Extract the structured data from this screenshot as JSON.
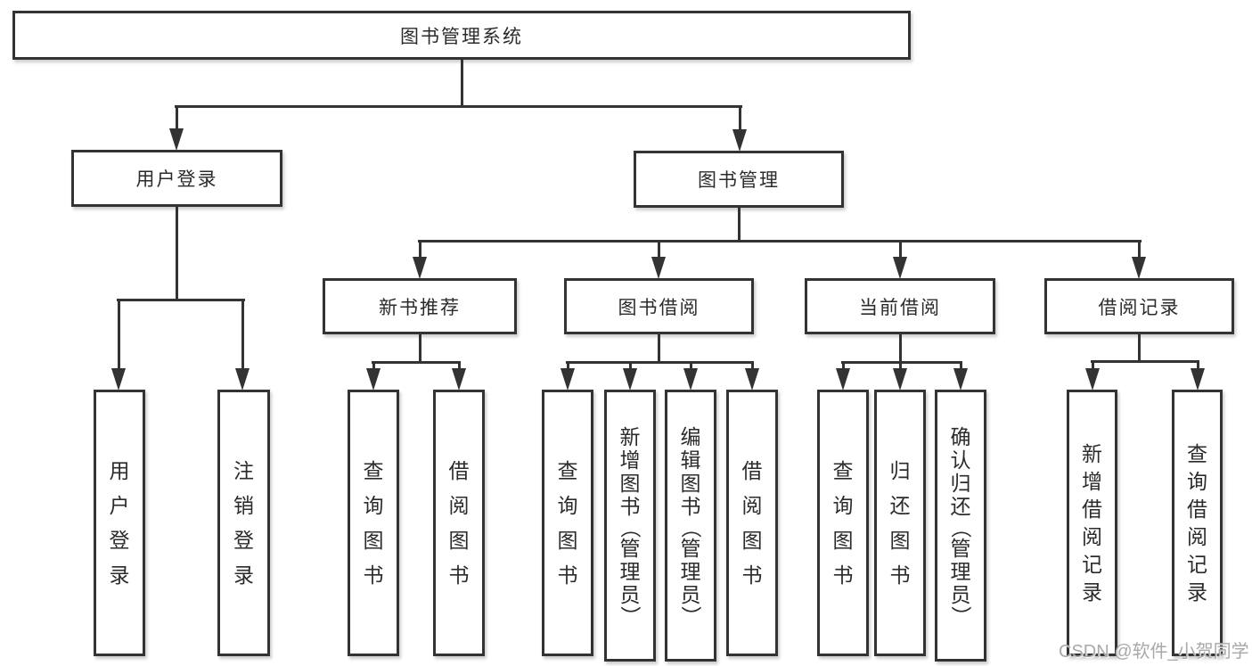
{
  "tree": {
    "label": "图书管理系统",
    "children": [
      {
        "label": "用户登录",
        "children": [
          {
            "label": "用户登录"
          },
          {
            "label": "注销登录"
          }
        ]
      },
      {
        "label": "图书管理",
        "children": [
          {
            "label": "新书推荐",
            "children": [
              {
                "label": "查询图书"
              },
              {
                "label": "借阅图书"
              }
            ]
          },
          {
            "label": "图书借阅",
            "children": [
              {
                "label": "查询图书"
              },
              {
                "label": "新增图书（管理员）"
              },
              {
                "label": "编辑图书（管理员）"
              },
              {
                "label": "借阅图书"
              }
            ]
          },
          {
            "label": "当前借阅",
            "children": [
              {
                "label": "查询图书"
              },
              {
                "label": "归还图书"
              },
              {
                "label": "确认归还（管理员）"
              }
            ]
          },
          {
            "label": "借阅记录",
            "children": [
              {
                "label": "新增借阅记录"
              },
              {
                "label": "查询借阅记录"
              }
            ]
          }
        ]
      }
    ]
  },
  "watermark": {
    "text": "CSDN @软件_小贺同学"
  },
  "colors": {
    "background": "#ffffff",
    "line": "#333333",
    "box_border": "#333333",
    "text": "#2b2b2b",
    "watermark": "#a9a9a9"
  }
}
